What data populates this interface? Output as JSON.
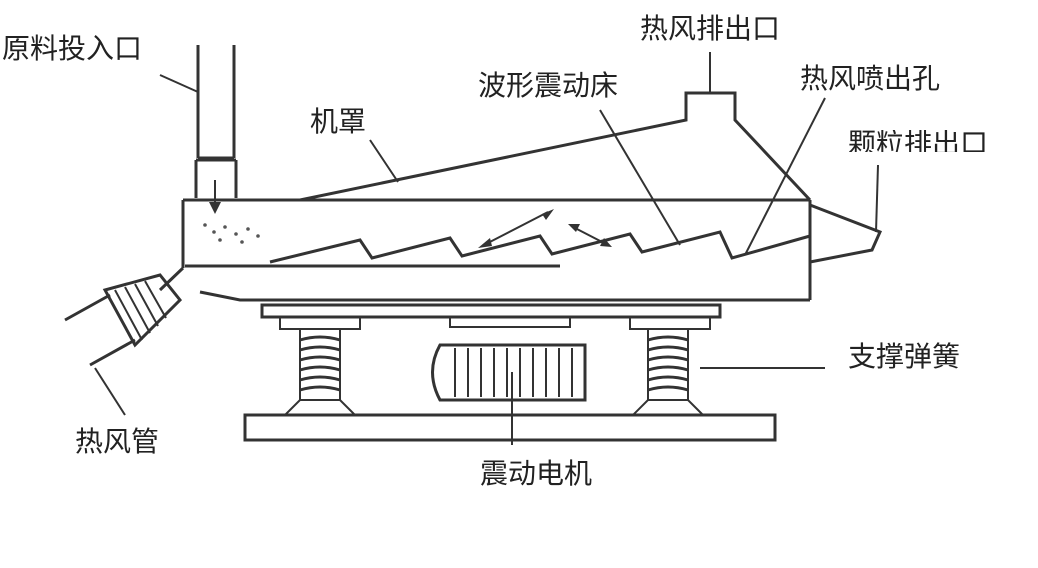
{
  "title": "振动流化床干燥机结构示意图",
  "labels": {
    "feed_inlet": "原料投入口",
    "hot_air_exhaust": "热风排出口",
    "wave_vibrating_bed": "波形震动床",
    "hot_air_nozzle": "热风喷出孔",
    "hood": "机罩",
    "particle_outlet": "颗粒排出口",
    "support_spring": "支撑弹簧",
    "hot_air_pipe": "热风管",
    "vibration_motor": "震动电机"
  },
  "colors": {
    "line": "#333333",
    "background": "#ffffff"
  }
}
